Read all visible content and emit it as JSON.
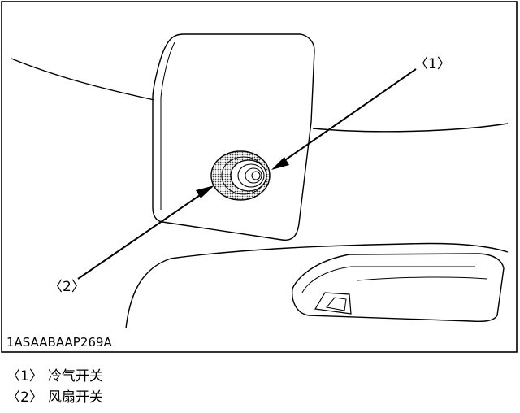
{
  "figure": {
    "code": "1ASAABAAP269A",
    "callouts": [
      {
        "tag": "〈1〉"
      },
      {
        "tag": "〈2〉"
      }
    ]
  },
  "legend": [
    {
      "tag": "〈1〉",
      "text": "冷气开关"
    },
    {
      "tag": "〈2〉",
      "text": "风扇开关"
    }
  ]
}
